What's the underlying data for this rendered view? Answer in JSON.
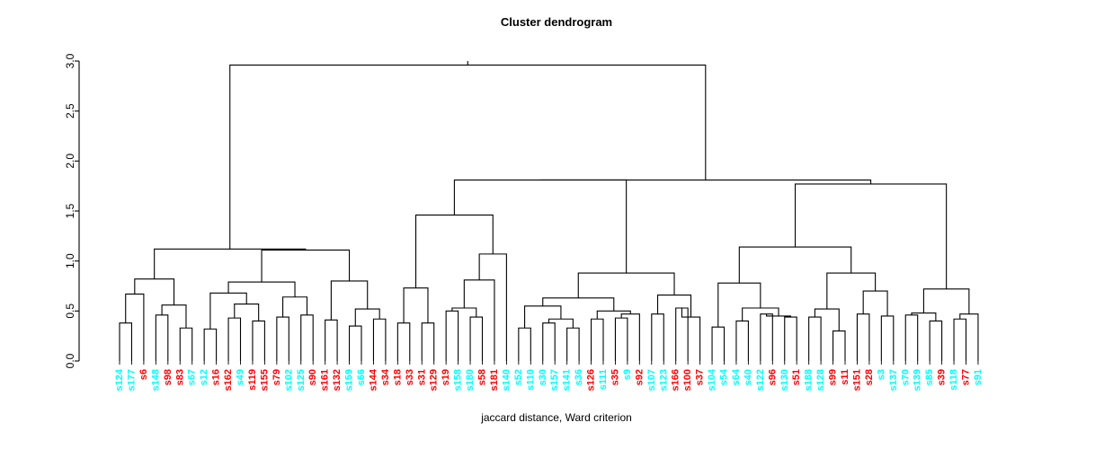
{
  "title": "Cluster dendrogram",
  "xlabel": "jaccard distance, Ward criterion",
  "colors": {
    "cyan": "#00FFFF",
    "red": "#FF0000",
    "line": "#000000",
    "axis": "#000000"
  },
  "axis": {
    "ticks": [
      "0.0",
      "0.5",
      "1.0",
      "1.5",
      "2.0",
      "2.5",
      "3.0"
    ],
    "tick_values": [
      0.0,
      0.5,
      1.0,
      1.5,
      2.0,
      2.5,
      3.0
    ],
    "ylim": [
      0.0,
      3.0
    ]
  },
  "chart_data": {
    "type": "dendrogram",
    "title": "Cluster dendrogram",
    "xlabel": "jaccard distance, Ward criterion",
    "ylabel": "",
    "ylim": [
      0.0,
      3.0
    ],
    "yticks": [
      0.0,
      0.5,
      1.0,
      1.5,
      2.0,
      2.5,
      3.0
    ],
    "grid": false,
    "legend": "none",
    "n_leaves": 74,
    "leaf_order": [
      "s124",
      "s177",
      "s6",
      "s148",
      "s98",
      "s83",
      "s67",
      "s12",
      "s16",
      "s162",
      "s49",
      "s119",
      "s155",
      "s79",
      "s102",
      "s125",
      "s90",
      "s161",
      "s132",
      "s159",
      "s66",
      "s144",
      "s34",
      "s18",
      "s33",
      "s31",
      "s129",
      "s19",
      "s158",
      "s180",
      "s58",
      "s181",
      "s140",
      "s52",
      "s110",
      "s30",
      "s157",
      "s141",
      "s36",
      "s126",
      "s111",
      "s35",
      "s9",
      "s92",
      "s107",
      "s123",
      "s166",
      "s100",
      "s37",
      "s104",
      "s54",
      "s64",
      "s40",
      "s122",
      "s96",
      "s130",
      "s51",
      "s188",
      "s128",
      "s99",
      "s11",
      "s151",
      "s28",
      "s3",
      "s137",
      "s70",
      "s139",
      "s85",
      "s39",
      "s118",
      "s77",
      "s91"
    ],
    "leaf_colors": [
      "cyan",
      "cyan",
      "red",
      "cyan",
      "red",
      "red",
      "cyan",
      "cyan",
      "red",
      "red",
      "cyan",
      "red",
      "red",
      "red",
      "cyan",
      "cyan",
      "red",
      "red",
      "red",
      "cyan",
      "cyan",
      "red",
      "red",
      "red",
      "red",
      "red",
      "red",
      "red",
      "cyan",
      "cyan",
      "red",
      "red",
      "cyan",
      "cyan",
      "cyan",
      "cyan",
      "cyan",
      "cyan",
      "cyan",
      "red",
      "cyan",
      "red",
      "cyan",
      "red",
      "cyan",
      "cyan",
      "red",
      "red",
      "red",
      "cyan",
      "cyan",
      "cyan",
      "cyan",
      "cyan",
      "red",
      "cyan",
      "red",
      "cyan",
      "cyan",
      "red",
      "red",
      "red",
      "red",
      "cyan",
      "cyan",
      "cyan",
      "cyan",
      "cyan",
      "red",
      "cyan",
      "red",
      "cyan"
    ],
    "merges": [
      {
        "id": "m1",
        "left": {
          "leaf": 0
        },
        "right": {
          "leaf": 1
        },
        "height": 0.38
      },
      {
        "id": "m2",
        "left": {
          "node": "m1"
        },
        "right": {
          "leaf": 2
        },
        "height": 0.67
      },
      {
        "id": "m3",
        "left": {
          "leaf": 3
        },
        "right": {
          "leaf": 4
        },
        "height": 0.46
      },
      {
        "id": "m4",
        "left": {
          "leaf": 5
        },
        "right": {
          "leaf": 6
        },
        "height": 0.33
      },
      {
        "id": "m5",
        "left": {
          "node": "m3"
        },
        "right": {
          "node": "m4"
        },
        "height": 0.56
      },
      {
        "id": "m6",
        "left": {
          "node": "m2"
        },
        "right": {
          "node": "m5"
        },
        "height": 0.82
      },
      {
        "id": "m7",
        "left": {
          "leaf": 7
        },
        "right": {
          "leaf": 8
        },
        "height": 0.32
      },
      {
        "id": "m8",
        "left": {
          "leaf": 9
        },
        "right": {
          "leaf": 10
        },
        "height": 0.43
      },
      {
        "id": "m9",
        "left": {
          "leaf": 11
        },
        "right": {
          "leaf": 12
        },
        "height": 0.4
      },
      {
        "id": "m10",
        "left": {
          "node": "m8"
        },
        "right": {
          "node": "m9"
        },
        "height": 0.57
      },
      {
        "id": "m11",
        "left": {
          "node": "m7"
        },
        "right": {
          "node": "m10"
        },
        "height": 0.68
      },
      {
        "id": "m12",
        "left": {
          "leaf": 13
        },
        "right": {
          "leaf": 14
        },
        "height": 0.44
      },
      {
        "id": "m13",
        "left": {
          "leaf": 15
        },
        "right": {
          "leaf": 16
        },
        "height": 0.46
      },
      {
        "id": "m14",
        "left": {
          "node": "m12"
        },
        "right": {
          "node": "m13"
        },
        "height": 0.64
      },
      {
        "id": "m15",
        "left": {
          "node": "m11"
        },
        "right": {
          "node": "m14"
        },
        "height": 0.79
      },
      {
        "id": "m16",
        "left": {
          "leaf": 17
        },
        "right": {
          "leaf": 18
        },
        "height": 0.41
      },
      {
        "id": "m17",
        "left": {
          "leaf": 19
        },
        "right": {
          "leaf": 20
        },
        "height": 0.35
      },
      {
        "id": "m18",
        "left": {
          "leaf": 21
        },
        "right": {
          "leaf": 22
        },
        "height": 0.42
      },
      {
        "id": "m19",
        "left": {
          "node": "m17"
        },
        "right": {
          "node": "m18"
        },
        "height": 0.52
      },
      {
        "id": "m20",
        "left": {
          "node": "m16"
        },
        "right": {
          "node": "m19"
        },
        "height": 0.8
      },
      {
        "id": "m21",
        "left": {
          "node": "m15"
        },
        "right": {
          "node": "m20"
        },
        "height": 1.11
      },
      {
        "id": "m22",
        "left": {
          "node": "m6"
        },
        "right": {
          "node": "m21"
        },
        "height": 1.12
      },
      {
        "id": "m23",
        "left": {
          "leaf": 23
        },
        "right": {
          "leaf": 24
        },
        "height": 0.38
      },
      {
        "id": "m24",
        "left": {
          "leaf": 25
        },
        "right": {
          "leaf": 26
        },
        "height": 0.38
      },
      {
        "id": "m25",
        "left": {
          "node": "m23"
        },
        "right": {
          "node": "m24"
        },
        "height": 0.73
      },
      {
        "id": "m26",
        "left": {
          "leaf": 27
        },
        "right": {
          "leaf": 28
        },
        "height": 0.5
      },
      {
        "id": "m27",
        "left": {
          "leaf": 29
        },
        "right": {
          "leaf": 30
        },
        "height": 0.44
      },
      {
        "id": "m28",
        "left": {
          "node": "m26"
        },
        "right": {
          "node": "m27"
        },
        "height": 0.53
      },
      {
        "id": "m29",
        "left": {
          "node": "m28"
        },
        "right": {
          "leaf": 31
        },
        "height": 0.81
      },
      {
        "id": "m30",
        "left": {
          "node": "m29"
        },
        "right": {
          "leaf": 32
        },
        "height": 1.07
      },
      {
        "id": "m31",
        "left": {
          "node": "m25"
        },
        "right": {
          "node": "m30"
        },
        "height": 1.46
      },
      {
        "id": "m32",
        "left": {
          "leaf": 33
        },
        "right": {
          "leaf": 34
        },
        "height": 0.33
      },
      {
        "id": "m33",
        "left": {
          "leaf": 35
        },
        "right": {
          "leaf": 36
        },
        "height": 0.38
      },
      {
        "id": "m34",
        "left": {
          "leaf": 37
        },
        "right": {
          "leaf": 38
        },
        "height": 0.33
      },
      {
        "id": "m35",
        "left": {
          "node": "m33"
        },
        "right": {
          "node": "m34"
        },
        "height": 0.42
      },
      {
        "id": "m36",
        "left": {
          "node": "m32"
        },
        "right": {
          "node": "m35"
        },
        "height": 0.55
      },
      {
        "id": "m37",
        "left": {
          "leaf": 39
        },
        "right": {
          "leaf": 40
        },
        "height": 0.42
      },
      {
        "id": "m38",
        "left": {
          "leaf": 41
        },
        "right": {
          "leaf": 42
        },
        "height": 0.43
      },
      {
        "id": "m39",
        "left": {
          "node": "m38"
        },
        "right": {
          "leaf": 43
        },
        "height": 0.47
      },
      {
        "id": "m40",
        "left": {
          "node": "m37"
        },
        "right": {
          "node": "m39"
        },
        "height": 0.5
      },
      {
        "id": "m41",
        "left": {
          "node": "m36"
        },
        "right": {
          "node": "m40"
        },
        "height": 0.63
      },
      {
        "id": "m42",
        "left": {
          "leaf": 44
        },
        "right": {
          "leaf": 45
        },
        "height": 0.47
      },
      {
        "id": "m43",
        "left": {
          "leaf": 46
        },
        "right": {
          "leaf": 47
        },
        "height": 0.53
      },
      {
        "id": "m44",
        "left": {
          "node": "m43"
        },
        "right": {
          "leaf": 48
        },
        "height": 0.44
      },
      {
        "id": "m45",
        "left": {
          "node": "m42"
        },
        "right": {
          "node": "m44"
        },
        "height": 0.66
      },
      {
        "id": "m46",
        "left": {
          "node": "m41"
        },
        "right": {
          "node": "m45"
        },
        "height": 0.88
      },
      {
        "id": "m47",
        "left": {
          "node": "m31"
        },
        "right": {
          "node": "m46"
        },
        "height": 1.81
      },
      {
        "id": "m48",
        "left": {
          "leaf": 49
        },
        "right": {
          "leaf": 50
        },
        "height": 0.34
      },
      {
        "id": "m49",
        "left": {
          "leaf": 51
        },
        "right": {
          "leaf": 52
        },
        "height": 0.4
      },
      {
        "id": "m50",
        "left": {
          "leaf": 53
        },
        "right": {
          "leaf": 54
        },
        "height": 0.47
      },
      {
        "id": "m51",
        "left": {
          "leaf": 55
        },
        "right": {
          "leaf": 56
        },
        "height": 0.44
      },
      {
        "id": "m52",
        "left": {
          "node": "m50"
        },
        "right": {
          "node": "m51"
        },
        "height": 0.45
      },
      {
        "id": "m53",
        "left": {
          "node": "m49"
        },
        "right": {
          "node": "m52"
        },
        "height": 0.53
      },
      {
        "id": "m54",
        "left": {
          "node": "m48"
        },
        "right": {
          "node": "m53"
        },
        "height": 0.78
      },
      {
        "id": "m55",
        "left": {
          "leaf": 57
        },
        "right": {
          "leaf": 58
        },
        "height": 0.44
      },
      {
        "id": "m56",
        "left": {
          "leaf": 59
        },
        "right": {
          "leaf": 60
        },
        "height": 0.3
      },
      {
        "id": "m57",
        "left": {
          "node": "m55"
        },
        "right": {
          "node": "m56"
        },
        "height": 0.52
      },
      {
        "id": "m58",
        "left": {
          "leaf": 61
        },
        "right": {
          "leaf": 62
        },
        "height": 0.47
      },
      {
        "id": "m59",
        "left": {
          "leaf": 63
        },
        "right": {
          "leaf": 64
        },
        "height": 0.45
      },
      {
        "id": "m60",
        "left": {
          "node": "m58"
        },
        "right": {
          "node": "m59"
        },
        "height": 0.7
      },
      {
        "id": "m61",
        "left": {
          "node": "m57"
        },
        "right": {
          "node": "m60"
        },
        "height": 0.88
      },
      {
        "id": "m62",
        "left": {
          "node": "m54"
        },
        "right": {
          "node": "m61"
        },
        "height": 1.14
      },
      {
        "id": "m63",
        "left": {
          "leaf": 65
        },
        "right": {
          "leaf": 66
        },
        "height": 0.46
      },
      {
        "id": "m64",
        "left": {
          "leaf": 67
        },
        "right": {
          "leaf": 68
        },
        "height": 0.4
      },
      {
        "id": "m65",
        "left": {
          "node": "m63"
        },
        "right": {
          "node": "m64"
        },
        "height": 0.48
      },
      {
        "id": "m66",
        "left": {
          "leaf": 69
        },
        "right": {
          "leaf": 70
        },
        "height": 0.42
      },
      {
        "id": "m67",
        "left": {
          "node": "m66"
        },
        "right": {
          "leaf": 71
        },
        "height": 0.47
      },
      {
        "id": "m68",
        "left": {
          "node": "m65"
        },
        "right": {
          "node": "m67"
        },
        "height": 0.72
      },
      {
        "id": "m69",
        "left": {
          "node": "m62"
        },
        "right": {
          "node": "m68"
        },
        "height": 1.77
      },
      {
        "id": "m70",
        "left": {
          "node": "m47"
        },
        "right": {
          "node": "m69"
        },
        "height": 1.81
      },
      {
        "id": "m71",
        "left": {
          "node": "m22"
        },
        "right": {
          "node": "m70"
        },
        "height": 2.96
      }
    ]
  }
}
